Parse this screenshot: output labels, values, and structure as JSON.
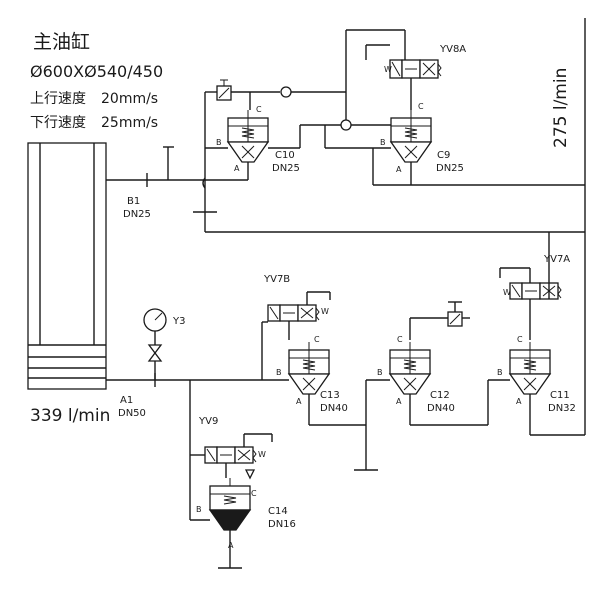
{
  "header": {
    "title": "主油缸",
    "spec": "Ø600XØ540/450",
    "up_label": "上行速度",
    "up_value": "20mm/s",
    "down_label": "下行速度",
    "down_value": "25mm/s"
  },
  "flows": {
    "bottom": "339 l/min",
    "right": "275 l/min"
  },
  "ports": {
    "b1": "B1",
    "b1_size": "DN25",
    "a1": "A1",
    "a1_size": "DN50",
    "y3": "Y3"
  },
  "valves": {
    "yv8a": "YV8A",
    "yv7a": "YV7A",
    "yv7b": "YV7B",
    "yv9": "YV9"
  },
  "cartridges": {
    "c9": {
      "id": "C9",
      "size": "DN25"
    },
    "c10": {
      "id": "C10",
      "size": "DN25"
    },
    "c11": {
      "id": "C11",
      "size": "DN32"
    },
    "c12": {
      "id": "C12",
      "size": "DN40"
    },
    "c13": {
      "id": "C13",
      "size": "DN40"
    },
    "c14": {
      "id": "C14",
      "size": "DN16"
    }
  },
  "port_letters": {
    "a": "A",
    "b": "B",
    "c": "C",
    "w": "W"
  }
}
